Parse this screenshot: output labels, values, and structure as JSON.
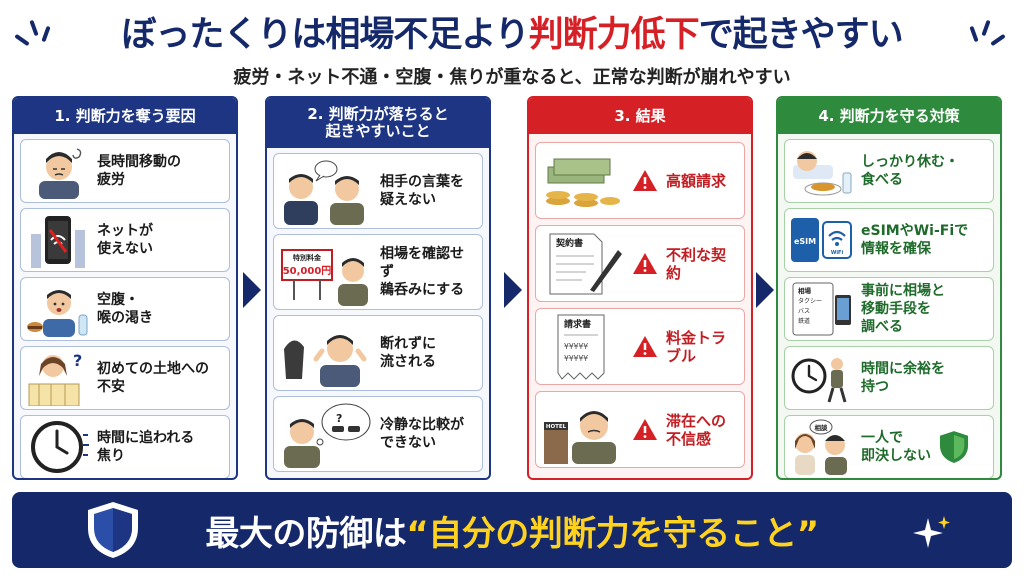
{
  "title": {
    "pre": "ぼったくりは相場不足より",
    "highlight": "判断力低下",
    "post": "で起きやすい"
  },
  "subtitle": "疲労・ネット不通・空腹・焦りが重なると、正常な判断が崩れやすい",
  "columns": [
    {
      "heading": "1. 判断力を奪う要因",
      "items": [
        {
          "text": "長時間移動の\n疲労",
          "icon": "tired-person-icon"
        },
        {
          "text": "ネットが\n使えない",
          "icon": "no-network-phone-icon"
        },
        {
          "text": "空腹・\n喉の渇き",
          "icon": "hungry-person-icon"
        },
        {
          "text": "初めての土地への\n不安",
          "icon": "confused-traveler-map-icon"
        },
        {
          "text": "時間に追われる\n焦り",
          "icon": "clock-icon"
        }
      ]
    },
    {
      "heading": "2. 判断力が落ちると\n起きやすいこと",
      "items": [
        {
          "text": "相手の言葉を\n疑えない",
          "icon": "talking-people-icon"
        },
        {
          "text": "相場を確認せず\n鵜呑みにする",
          "icon": "price-sign-icon",
          "sign_top": "特別料金",
          "sign_price": "50,000円"
        },
        {
          "text": "断れずに\n流される",
          "icon": "pressured-person-icon"
        },
        {
          "text": "冷静な比較が\nできない",
          "icon": "thinking-person-icon",
          "bubble": "?"
        }
      ]
    },
    {
      "heading": "3. 結果",
      "items": [
        {
          "text": "高額請求",
          "icon": "money-stack-icon"
        },
        {
          "text": "不利な契約",
          "icon": "contract-icon",
          "doc_label": "契約書"
        },
        {
          "text": "料金トラブル",
          "icon": "invoice-icon",
          "doc_label": "請求書",
          "doc_lines": "¥¥¥¥¥"
        },
        {
          "text": "滞在への\n不信感",
          "icon": "hotel-worried-person-icon",
          "hotel_label": "HOTEL"
        }
      ]
    },
    {
      "heading": "4. 判断力を守る対策",
      "items": [
        {
          "text": "しっかり休む・\n食べる",
          "icon": "rest-eat-icon"
        },
        {
          "text": "eSIMやWi-Fiで\n情報を確保",
          "icon": "esim-wifi-icon",
          "esim_label": "eSIM",
          "wifi_label": "WiFi"
        },
        {
          "text": "事前に相場と\n移動手段を\n調べる",
          "icon": "notebook-icon",
          "note_lines": [
            "相場",
            "タクシー",
            "バス",
            "鉄道"
          ]
        },
        {
          "text": "時間に余裕を\n持つ",
          "icon": "clock-walking-icon"
        },
        {
          "text": "一人で\n即決しない",
          "icon": "consult-shield-icon",
          "consult_label": "相談"
        }
      ]
    }
  ],
  "banner": {
    "pre": "最大の防御は",
    "highlight": "“自分の判断力を守ること”"
  },
  "colors": {
    "navy": "#14286a",
    "red": "#d52026",
    "green": "#2e8a3c",
    "yellow": "#ffd21f"
  }
}
